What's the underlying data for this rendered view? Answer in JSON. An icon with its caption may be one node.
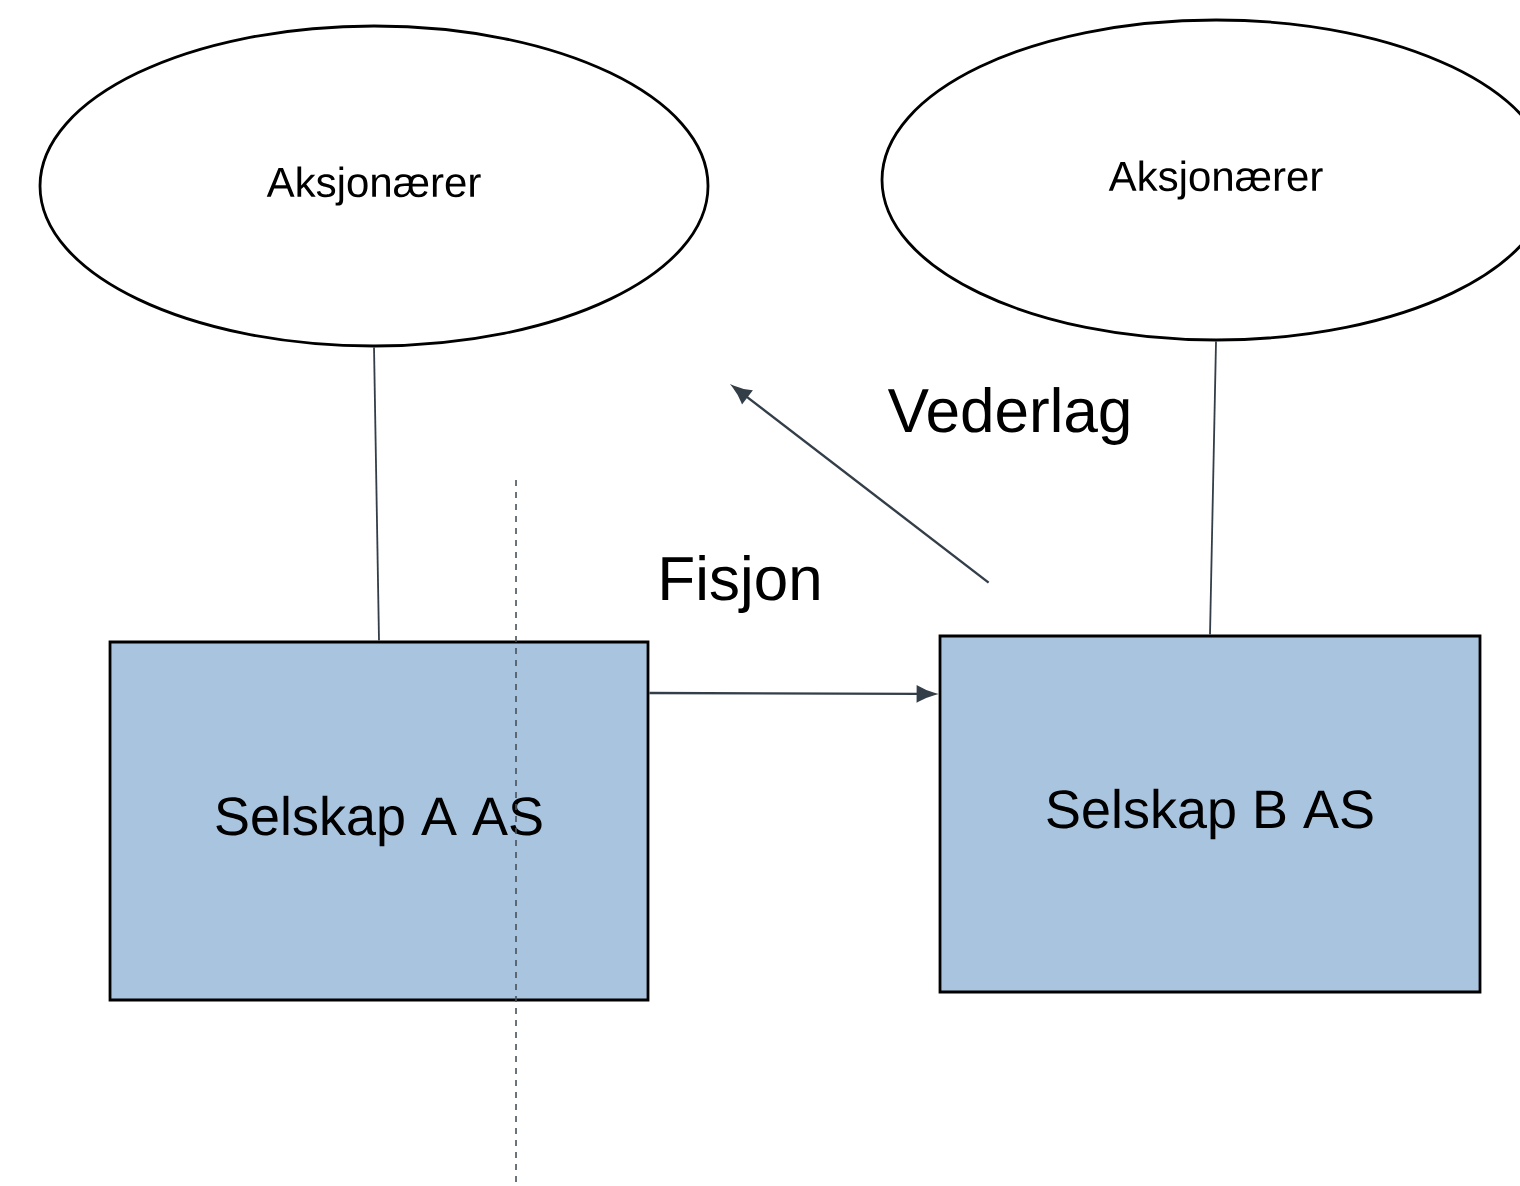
{
  "diagram": {
    "nodes": [
      {
        "text": [
          "Aksjonærer"
        ]
      },
      {
        "text": [
          "Aksjonærer"
        ]
      },
      {
        "text": [
          "Selskap A AS"
        ]
      },
      {
        "text": [
          "Selskap B AS"
        ]
      }
    ],
    "edges": [
      {
        "from": 0,
        "to": 2,
        "arrow": "none"
      },
      {
        "from": 1,
        "to": 3,
        "arrow": "none"
      },
      {
        "from": 2,
        "to": 3,
        "arrow": "to",
        "label": "Fisjon"
      },
      {
        "from": 3,
        "to": null,
        "arrow": "to",
        "label": "Vederlag"
      }
    ]
  }
}
